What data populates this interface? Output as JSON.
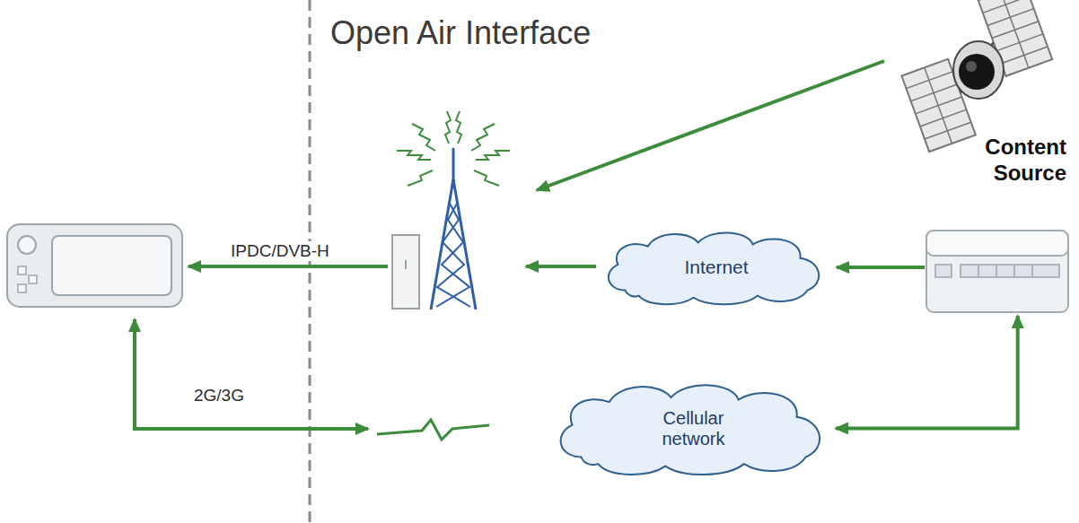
{
  "diagram": {
    "nodes": [
      {
        "text": [
          "Content Source"
        ]
      },
      {
        "text": [
          "Internet"
        ]
      },
      {
        "text": [
          "Cellular network"
        ]
      }
    ],
    "edges": [
      {
        "from": 0,
        "to": 1,
        "arrow": "to"
      },
      {
        "from": 2,
        "to": 0,
        "arrow": "both"
      }
    ],
    "labels": [
      "Open Air Interface",
      "IPDC/DVB-H",
      "2G/3G"
    ]
  }
}
